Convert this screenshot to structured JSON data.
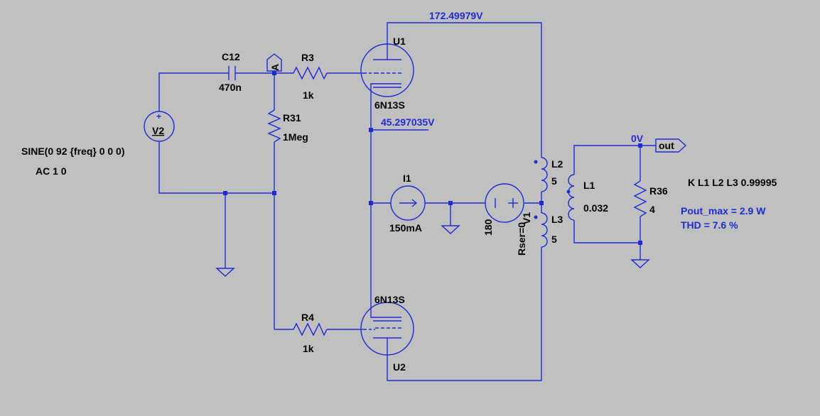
{
  "colors": {
    "background": "#c0c0c0",
    "wire": "#1f2bd6",
    "label": "#000000",
    "annotation": "#1f2bd6"
  },
  "voltages": {
    "plate_top": "172.49979V",
    "cathode_mid": "45.297035V",
    "output": "0V"
  },
  "components": {
    "c12": {
      "name": "C12",
      "value": "470n"
    },
    "r3": {
      "name": "R3",
      "value": "1k"
    },
    "r31": {
      "name": "R31",
      "value": "1Meg"
    },
    "r4": {
      "name": "R4",
      "value": "1k"
    },
    "v2": {
      "name": "V2",
      "source": "SINE(0 92 {freq} 0 0 0)",
      "ac": "AC 1 0"
    },
    "u1": {
      "name": "U1",
      "model": "6N13S"
    },
    "u2": {
      "name": "U2",
      "model": "6N13S"
    },
    "i1": {
      "name": "I1",
      "value": "150mA"
    },
    "v1": {
      "name": "V1",
      "value": "180",
      "rser": "Rser=0"
    },
    "l1": {
      "name": "L1",
      "value": "0.032"
    },
    "l2": {
      "name": "L2",
      "value": "5"
    },
    "l3": {
      "name": "L3",
      "value": "5"
    },
    "r36": {
      "name": "R36",
      "value": "4"
    }
  },
  "net_labels": {
    "a": "A",
    "out": "out"
  },
  "directives": {
    "coupling": "K L1 L2 L3 0.99995"
  },
  "results": {
    "pout": "Pout_max = 2.9 W",
    "thd": "THD = 7.6 %"
  }
}
